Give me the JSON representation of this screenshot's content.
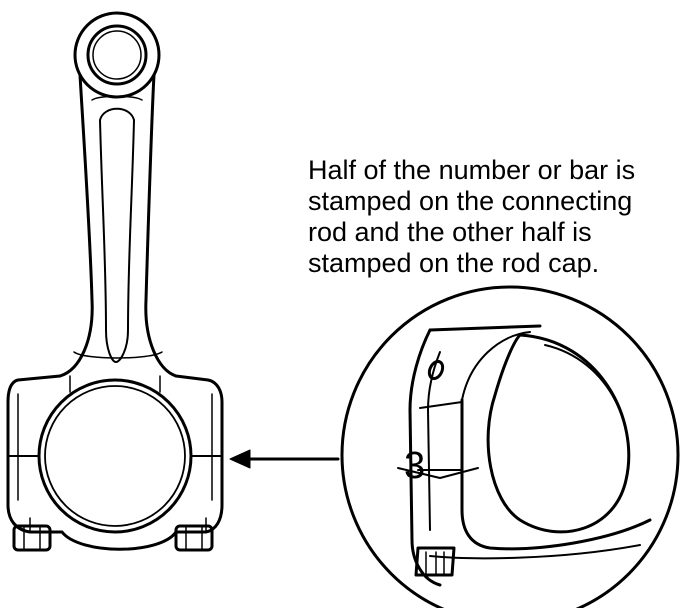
{
  "callout": {
    "lines": [
      "Half of the number or bar is",
      "stamped on the connecting",
      "rod and the other half is",
      "stamped on the rod cap."
    ]
  },
  "detail": {
    "stamp_number": "3"
  },
  "colors": {
    "line": "#000000",
    "background": "#ffffff"
  }
}
